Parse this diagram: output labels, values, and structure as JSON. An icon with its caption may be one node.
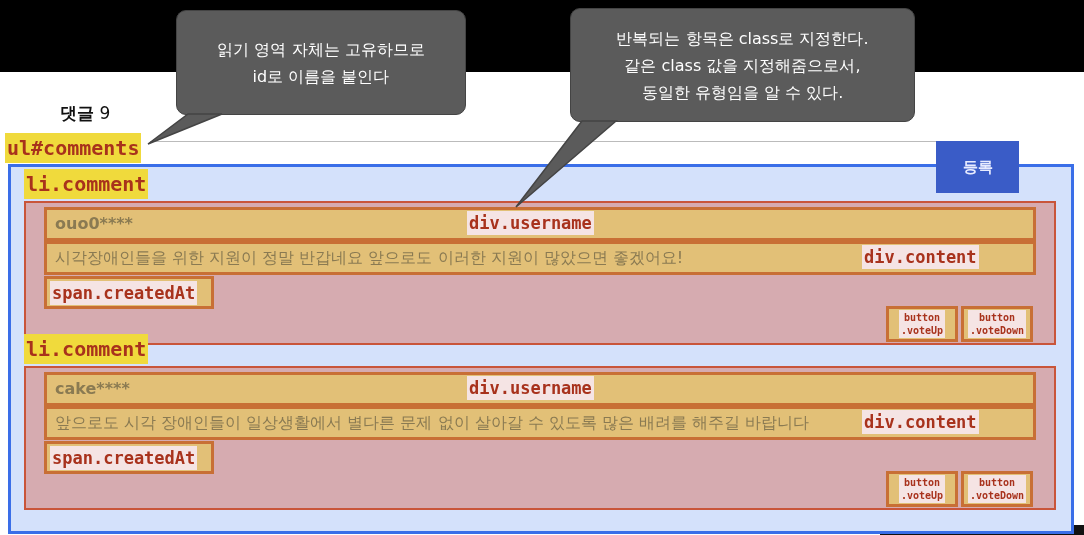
{
  "diagram": {
    "nodes": [
      {
        "text": [
          "읽기 영역 자체는 고유하므로 id로 이름을 붙인다"
        ]
      },
      {
        "text": [
          "반복되는 항목은 class로 지정한다. 같은 class 값을 지정해줌으로서, 동일한 유형임을 알 수 있다."
        ]
      },
      {
        "text": [
          "ul#comments"
        ]
      },
      {
        "text": [
          "li.comment"
        ],
        "in": 2
      },
      {
        "text": [
          "ouo0****",
          "div.username"
        ],
        "in": 3
      },
      {
        "text": [
          "시각장애인들을 위한 지원이 정말 반갑네요 앞으로도 이러한 지원이 많았으면 좋겠어요!",
          "div.content"
        ],
        "in": 3
      },
      {
        "text": [
          "span.createdAt"
        ],
        "in": 3
      },
      {
        "text": [
          "button .voteUp"
        ],
        "in": 3
      },
      {
        "text": [
          "button .voteDown"
        ],
        "in": 3
      },
      {
        "text": [
          "li.comment"
        ],
        "in": 2
      },
      {
        "text": [
          "cake****",
          "div.username"
        ],
        "in": 9
      },
      {
        "text": [
          "앞으로도 시각 장애인들이 일상생활에서 별다른 문제 없이 살아갈 수 있도록 많은 배려를 해주길 바랍니다",
          "div.content"
        ],
        "in": 9
      },
      {
        "text": [
          "span.createdAt"
        ],
        "in": 9
      },
      {
        "text": [
          "button .voteUp"
        ],
        "in": 9
      },
      {
        "text": [
          "button .voteDown"
        ],
        "in": 9
      }
    ],
    "edges": [
      {
        "from": 0,
        "to": 2,
        "arrow": "none"
      },
      {
        "from": 1,
        "to": 4,
        "arrow": "none"
      }
    ],
    "labels": [
      "**댓글** 9",
      "등록"
    ]
  }
}
